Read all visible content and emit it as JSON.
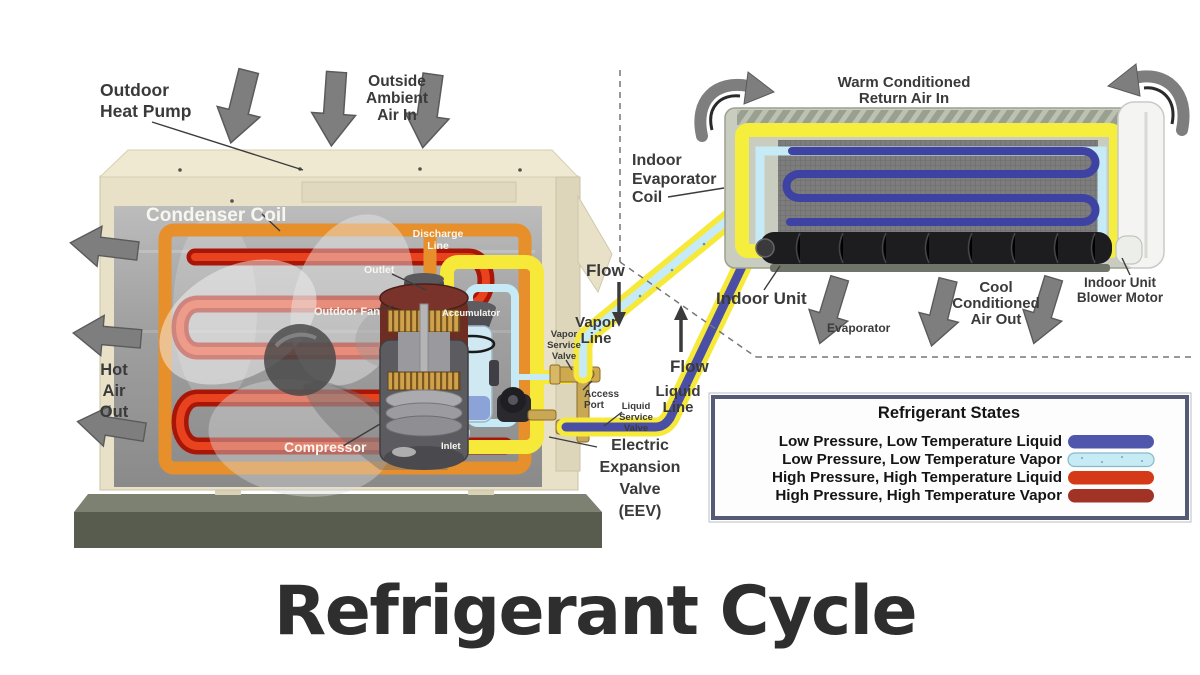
{
  "diagram_title": "Refrigerant Cycle",
  "outdoor": {
    "label": [
      "Outdoor",
      "Heat Pump"
    ],
    "air_in": [
      "Outside",
      "Ambient",
      "Air In"
    ],
    "hot_air": [
      "Hot",
      "Air",
      "Out"
    ],
    "condenser_coil": "Condenser Coil",
    "discharge_line": [
      "Discharge",
      "Line"
    ],
    "outlet": "Outlet",
    "fan": "Outdoor Fan",
    "compressor": "Compressor",
    "accumulator": "Accumulator",
    "inlet": "Inlet",
    "vapor_service_valve": [
      "Vapor",
      "Service",
      "Valve"
    ],
    "access_port": [
      "Access",
      "Port"
    ],
    "liquid_service_valve": [
      "Liquid",
      "Service",
      "Valve"
    ],
    "eev": [
      "Electric",
      "Expansion",
      "Valve",
      "(EEV)"
    ]
  },
  "refrigerant_lines": {
    "vapor_flow": "Flow",
    "vapor_line": [
      "Vapor",
      "Line"
    ],
    "liquid_flow": "Flow",
    "liquid_line": [
      "Liquid",
      "Line"
    ]
  },
  "indoor": {
    "return_air": [
      "Warm Conditioned",
      "Return Air In"
    ],
    "evaporator_coil": [
      "Indoor",
      "Evaporator",
      "Coil"
    ],
    "unit": "Indoor Unit",
    "evaporator": "Evaporator",
    "cool_air": [
      "Cool",
      "Conditioned",
      "Air Out"
    ],
    "blower_motor": [
      "Indoor Unit",
      "Blower Motor"
    ]
  },
  "legend": {
    "title": "Refrigerant States",
    "items": [
      {
        "label": "Low Pressure, Low Temperature Liquid",
        "color": "#5156ad"
      },
      {
        "label": "Low Pressure, Low Temperature Vapor",
        "color": "#c6ebf4"
      },
      {
        "label": "High Pressure, High Temperature Liquid",
        "color": "#d53a18"
      },
      {
        "label": "High Pressure, High Temperature Vapor",
        "color": "#a13226"
      }
    ]
  }
}
